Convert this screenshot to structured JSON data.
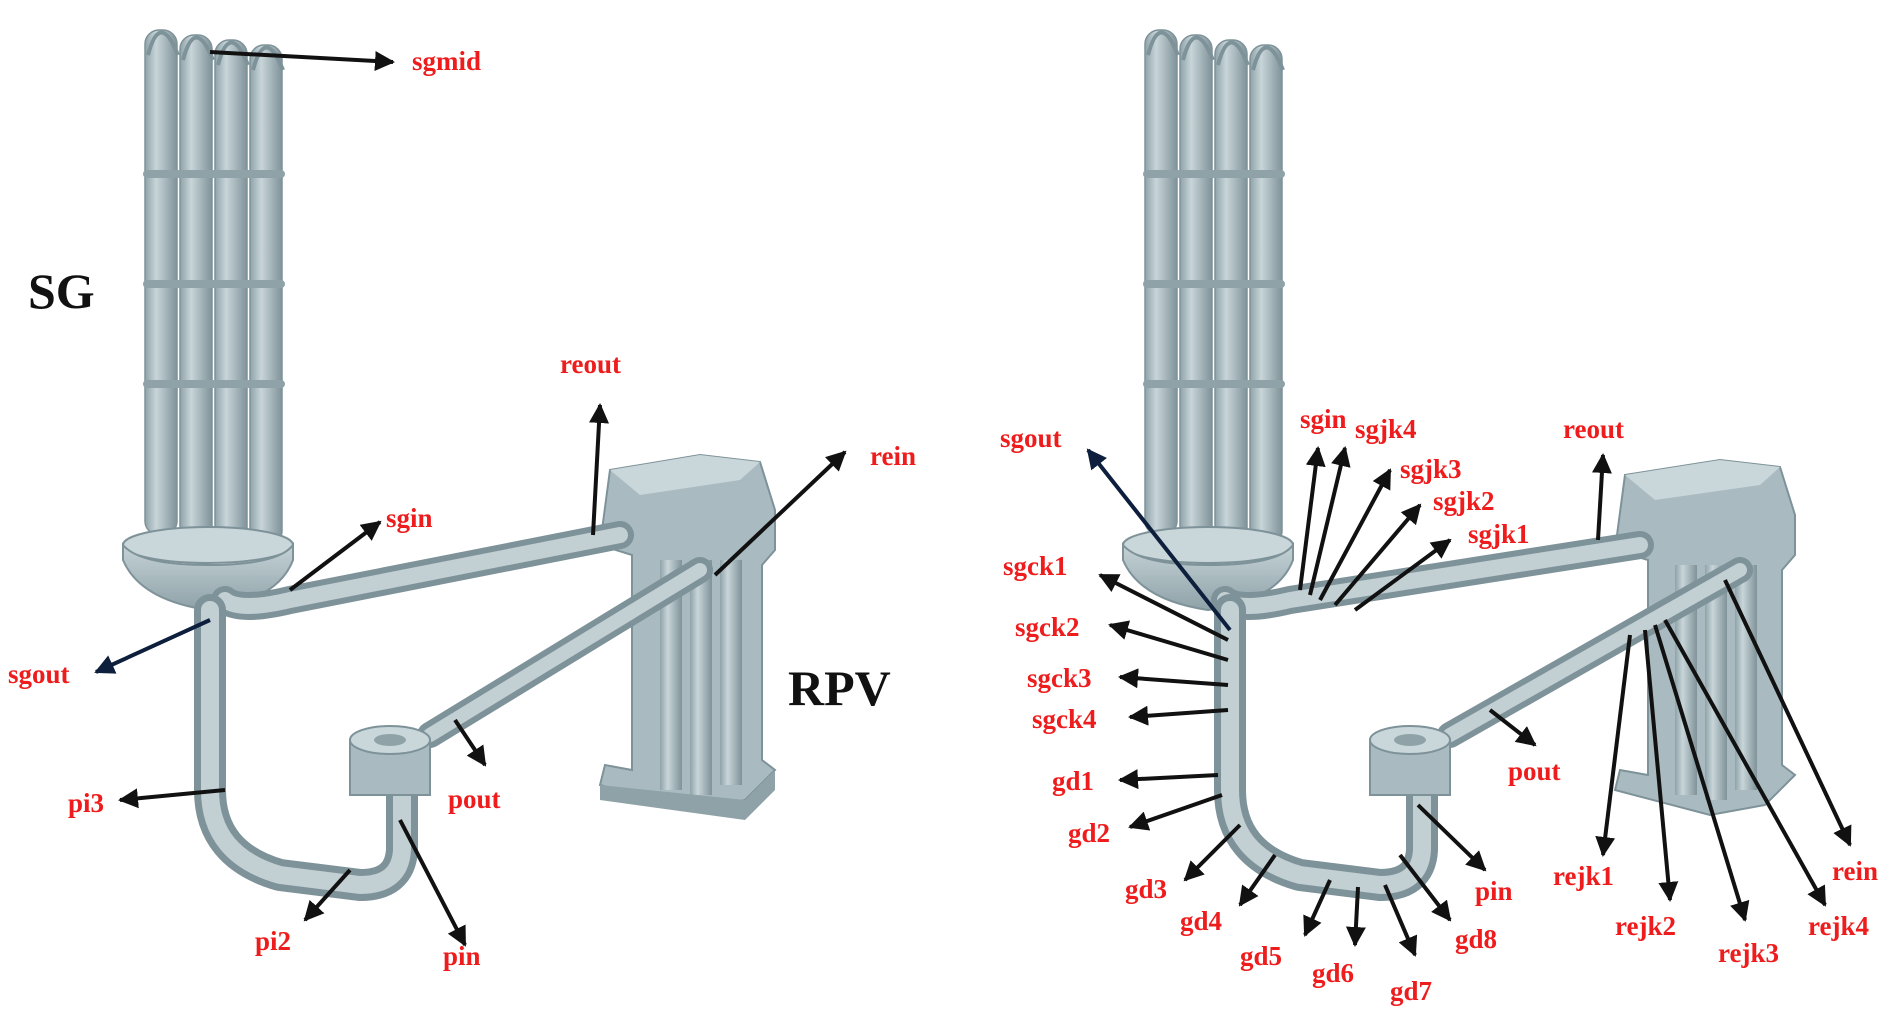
{
  "colors": {
    "label": "#ee1c1c",
    "title": "#111111",
    "metal": "#a9bbc1",
    "metal_light": "#c9d6da",
    "metal_dark": "#7e9299",
    "arrow": "#111111"
  },
  "left": {
    "title_sg": "SG",
    "title_rpv": "RPV",
    "labels": {
      "sgmid": "sgmid",
      "reout": "reout",
      "rein": "rein",
      "sgin": "sgin",
      "sgout": "sgout",
      "pi3": "pi3",
      "pout": "pout",
      "pi2": "pi2",
      "pin": "pin"
    }
  },
  "right": {
    "labels": {
      "sgin": "sgin",
      "sgjk4": "sgjk4",
      "sgjk3": "sgjk3",
      "sgjk2": "sgjk2",
      "sgjk1": "sgjk1",
      "reout": "reout",
      "sgout": "sgout",
      "sgck1": "sgck1",
      "sgck2": "sgck2",
      "sgck3": "sgck3",
      "sgck4": "sgck4",
      "gd1": "gd1",
      "gd2": "gd2",
      "gd3": "gd3",
      "gd4": "gd4",
      "gd5": "gd5",
      "gd6": "gd6",
      "gd7": "gd7",
      "gd8": "gd8",
      "pout": "pout",
      "pin": "pin",
      "rein": "rein",
      "rejk1": "rejk1",
      "rejk2": "rejk2",
      "rejk3": "rejk3",
      "rejk4": "rejk4"
    }
  }
}
